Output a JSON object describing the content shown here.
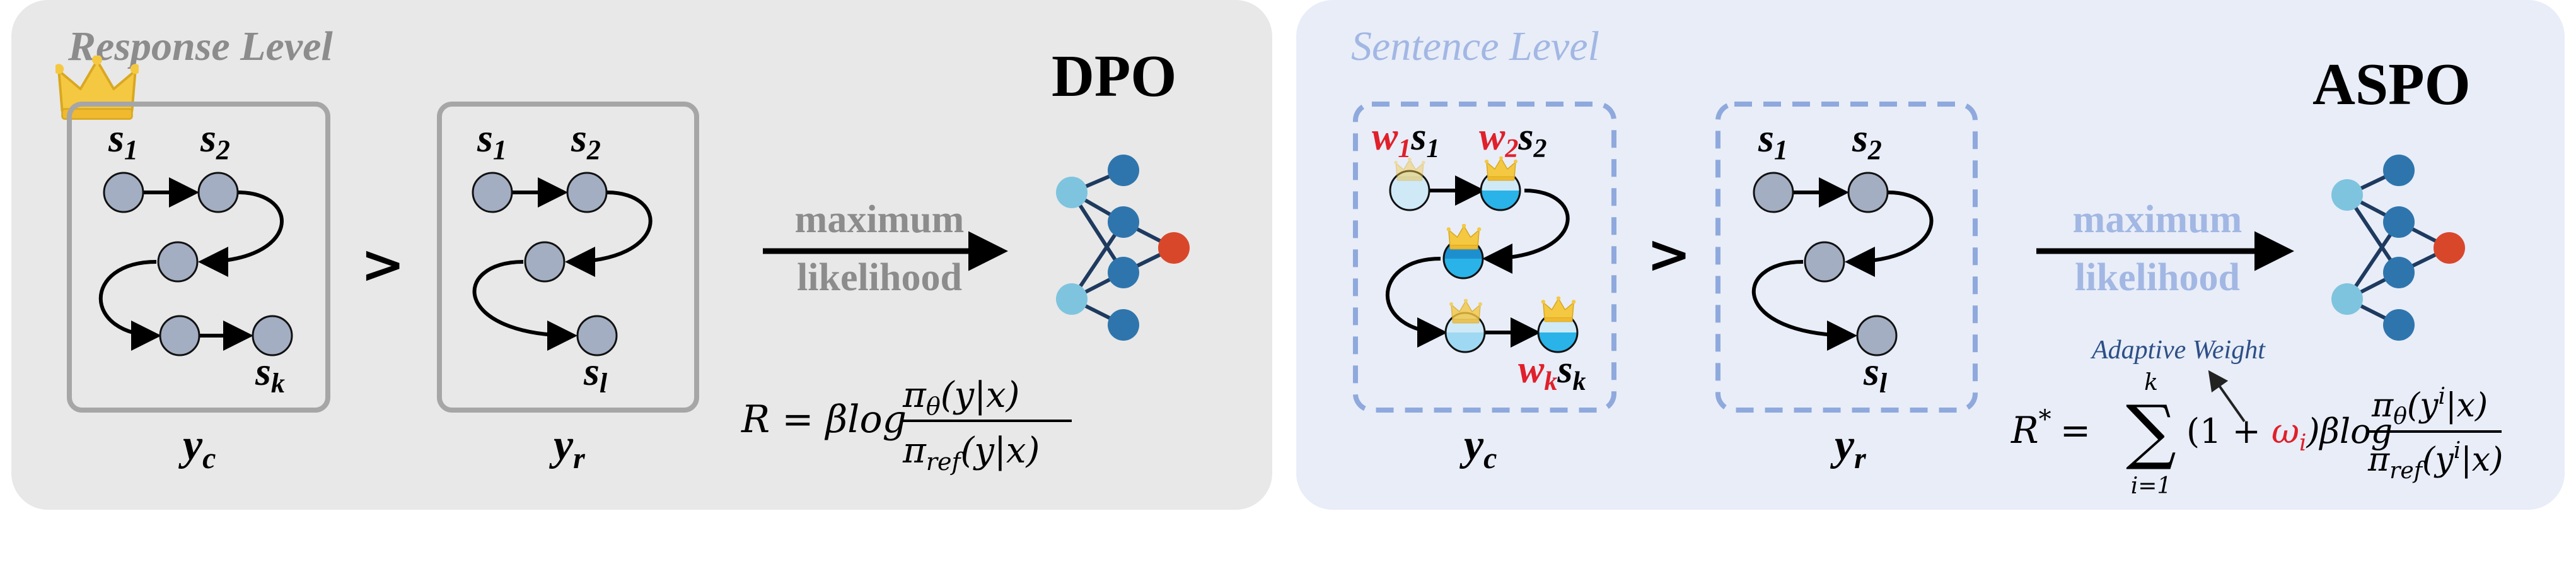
{
  "colors": {
    "left_panel_bg": "#e8e8e8",
    "right_panel_bg": "#e8edf8",
    "left_heading": "#8c8c8c",
    "right_heading": "#a2b7e3",
    "box_gray": "#a6a6a6",
    "box_dashed_blue": "#8fa9dd",
    "node_gray": "#a3aec2",
    "node_light_blue": "#cfe9f7",
    "node_mid_blue": "#29b3e8",
    "crown_gold": "#f5c842",
    "weight_red": "#e0202a",
    "omega_red": "#e0202a",
    "annotation_blue": "#2d4f86",
    "network_light": "#7ec4de",
    "network_dark": "#2f75ad",
    "network_red": "#d9472b"
  },
  "left_panel": {
    "heading": "Response Level",
    "method": "DPO",
    "comparison": ">",
    "arrow_label_line1": "maximum",
    "arrow_label_line2": "likelihood",
    "chosen": {
      "s_first": "s",
      "s_first_sub": "1",
      "s_second": "s",
      "s_second_sub": "2",
      "s_last": "s",
      "s_last_sub": "k",
      "label": "y",
      "label_sub": "c"
    },
    "rejected": {
      "s_first": "s",
      "s_first_sub": "1",
      "s_second": "s",
      "s_second_sub": "2",
      "s_last": "s",
      "s_last_sub": "l",
      "label": "y",
      "label_sub": "r"
    },
    "formula": {
      "lhs": "R = βlog",
      "numerator": "π",
      "numerator_sub": "θ",
      "numerator_rest": "(y|x)",
      "denominator": "π",
      "denominator_sub": "ref",
      "denominator_rest": "(y|x)"
    }
  },
  "right_panel": {
    "heading": "Sentence Level",
    "method": "ASPO",
    "comparison": ">",
    "arrow_label_line1": "maximum",
    "arrow_label_line2": "likelihood",
    "annotation": "Adaptive Weight",
    "chosen": {
      "w_first": "w",
      "w_first_sub": "1",
      "s_first": "s",
      "s_first_sub": "1",
      "w_second": "w",
      "w_second_sub": "2",
      "s_second": "s",
      "s_second_sub": "2",
      "w_last": "w",
      "w_last_sub": "k",
      "s_last": "s",
      "s_last_sub": "k",
      "label": "y",
      "label_sub": "c"
    },
    "rejected": {
      "s_first": "s",
      "s_first_sub": "1",
      "s_second": "s",
      "s_second_sub": "2",
      "s_last": "s",
      "s_last_sub": "l",
      "label": "y",
      "label_sub": "r"
    },
    "formula": {
      "lhs": "R",
      "lhs_sup": "*",
      "equals": "=",
      "sum": "∑",
      "sum_top": "k",
      "sum_bottom": "i=1",
      "open": "(1 + ",
      "omega": "ω",
      "omega_sub": "i",
      "close": ")βlog",
      "numerator": "π",
      "numerator_sub": "θ",
      "numerator_rest_a": "(y",
      "numerator_rest_sup": "i",
      "numerator_rest_b": "|x)",
      "denominator": "π",
      "denominator_sub": "ref",
      "denominator_rest_a": "(y",
      "denominator_rest_sup": "i",
      "denominator_rest_b": "|x)"
    }
  }
}
